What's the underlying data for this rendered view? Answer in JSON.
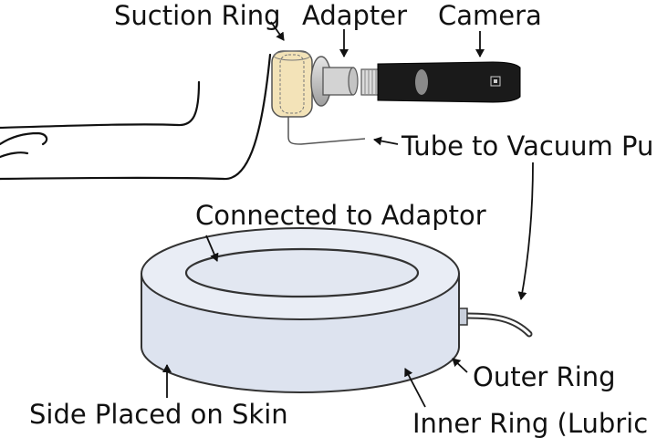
{
  "labels": {
    "suction_ring": "Suction Ring",
    "adapter": "Adapter",
    "camera": "Camera",
    "tube": "Tube to Vacuum Pu",
    "connected": "Connected to Adaptor",
    "outer_ring": "Outer Ring",
    "skin_side": "Side Placed on Skin",
    "inner_ring": "Inner Ring (Lubric"
  },
  "colors": {
    "ink": "#111111",
    "ring_fill": "#dde3ef",
    "ring_top": "#e9edf5",
    "suction_tint": "#f3e3b8",
    "camera_body": "#1a1a1a",
    "adapter_gray": "#bdbdbd"
  },
  "icons": {
    "camera_logo": "camera-logo-icon"
  }
}
